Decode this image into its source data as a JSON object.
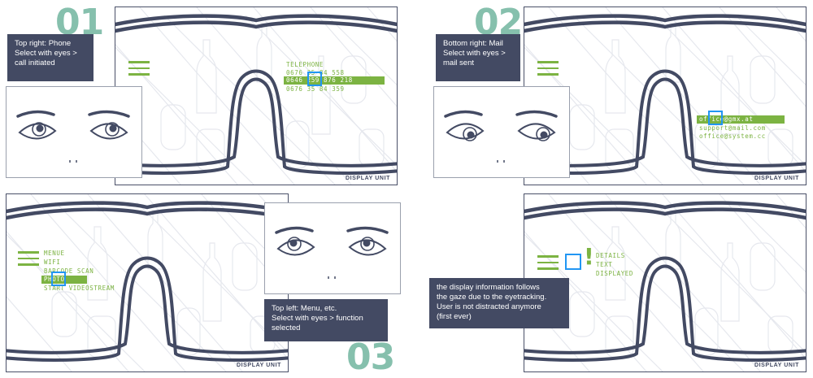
{
  "steps": {
    "s1": {
      "number": "01",
      "note": [
        "Top right: Phone",
        "Select with eyes >",
        "call initiated"
      ],
      "menu_title": "TELEPHONE",
      "items": [
        "0676 35 84 558",
        "0646 259 876 218",
        "0676 35 84 359"
      ],
      "unit_label": "DISPLAY UNIT"
    },
    "s2": {
      "number": "02",
      "note": [
        "Bottom right: Mail",
        "Select with eyes >",
        "mail sent"
      ],
      "items": [
        "office@gmx.at",
        "support@mail.com",
        "office@system.cc"
      ],
      "unit_label": "DISPLAY UNIT"
    },
    "s3": {
      "number": "03",
      "note": [
        "Top left: Menu, etc.",
        "Select with eyes > function",
        "selected"
      ],
      "items": [
        "MENUE",
        "WIFI",
        "BARCODE SCAN",
        "PHOTO",
        "START VIDEOSTREAM"
      ],
      "unit_label": "DISPLAY UNIT"
    },
    "s4": {
      "note": [
        "the display information follows",
        "the gaze due to the eyetracking.",
        "User is not distracted anymore",
        "(first ever)"
      ],
      "items": [
        "DETAILS",
        "TEXT",
        "DISPLAYED"
      ],
      "mark": "!",
      "unit_label": "DISPLAY UNIT"
    }
  },
  "colors": {
    "frame": "#434a63",
    "accent_green": "#7cb342",
    "gaze_blue": "#2196f3",
    "number_teal": "#86c0ad"
  },
  "icons": [
    "menu-icon",
    "gaze-cursor-icon",
    "exclamation-icon"
  ]
}
